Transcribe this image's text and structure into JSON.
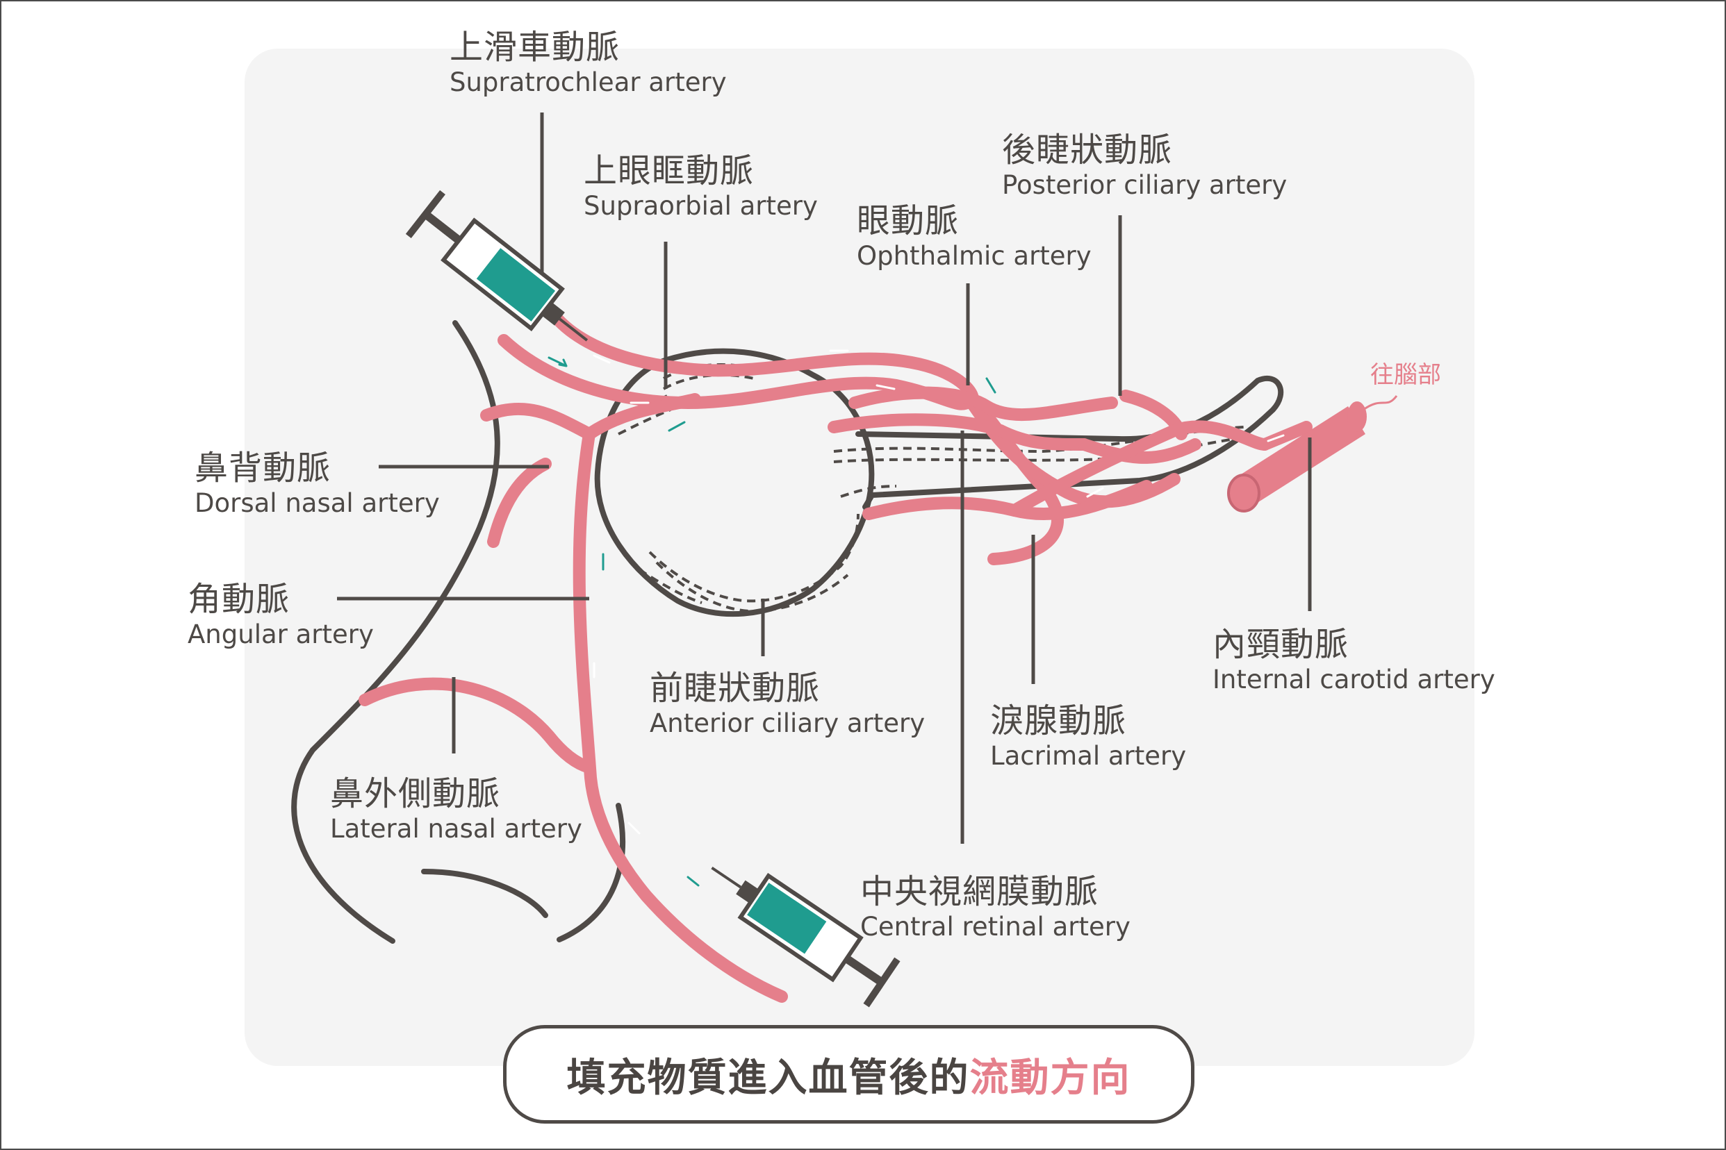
{
  "labels": {
    "supratrochlear": {
      "zh": "上滑車動脈",
      "en": "Supratrochlear artery"
    },
    "supraorbital": {
      "zh": "上眼眶動脈",
      "en": "Supraorbial artery"
    },
    "ophthalmic": {
      "zh": "眼動脈",
      "en": "Ophthalmic artery"
    },
    "posterior_ciliary": {
      "zh": "後睫狀動脈",
      "en": "Posterior ciliary artery"
    },
    "dorsal_nasal": {
      "zh": "鼻背動脈",
      "en": "Dorsal nasal artery"
    },
    "angular": {
      "zh": "角動脈",
      "en": "Angular artery"
    },
    "anterior_ciliary": {
      "zh": "前睫狀動脈",
      "en": "Anterior ciliary artery"
    },
    "lacrimal": {
      "zh": "淚腺動脈",
      "en": "Lacrimal artery"
    },
    "internal_carotid": {
      "zh": "內頸動脈",
      "en": "Internal carotid artery"
    },
    "lateral_nasal": {
      "zh": "鼻外側動脈",
      "en": "Lateral nasal artery"
    },
    "central_retinal": {
      "zh": "中央視網膜動脈",
      "en": "Central retinal artery"
    }
  },
  "to_brain": "往腦部",
  "caption": {
    "text": "填充物質進入血管後的",
    "highlight": "流動方向"
  },
  "colors": {
    "artery": "#e57f8b",
    "outline": "#4f4a47",
    "syringe": "#1f9c8f",
    "panel": "#f4f4f4"
  }
}
